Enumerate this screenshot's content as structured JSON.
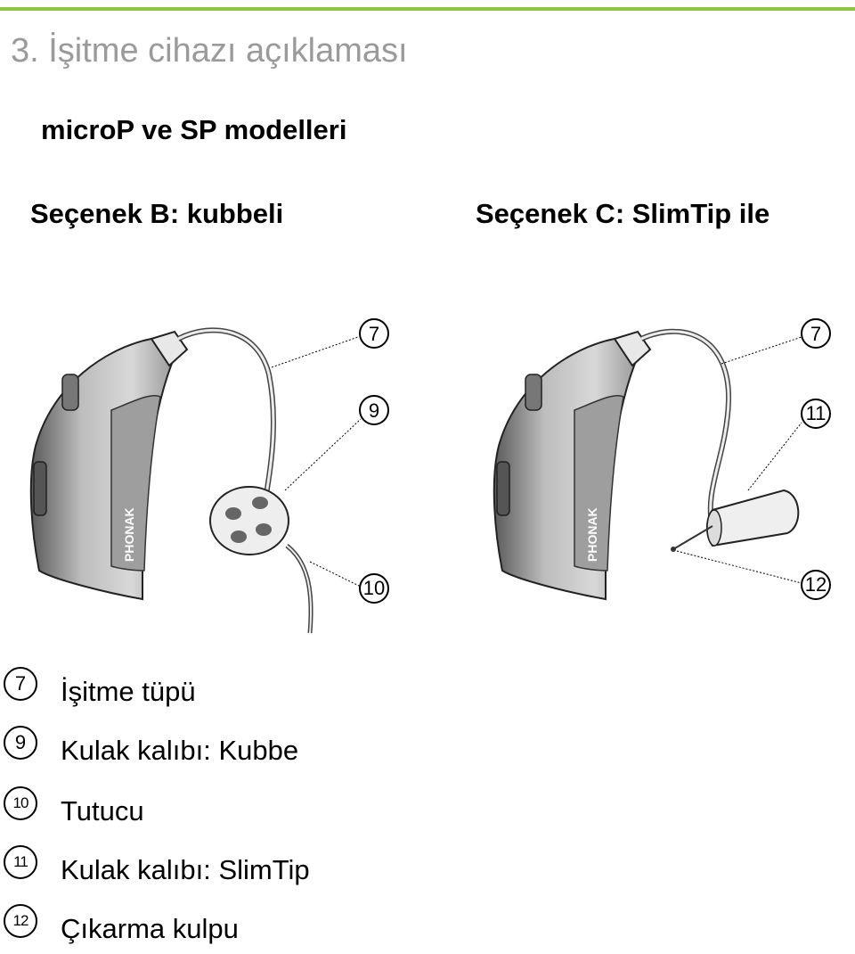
{
  "header": {
    "section_title": "3. İşitme cihazı açıklaması",
    "subtitle": "microP ve SP modelleri",
    "accent_color": "#8dc63f"
  },
  "options": {
    "b_label": "Seçenek B: kubbeli",
    "c_label": "Seçenek C: SlimTip ile"
  },
  "illustration": {
    "brand_text": "PHONAK",
    "left_callouts": [
      "7",
      "9",
      "10"
    ],
    "right_callouts": [
      "7",
      "11",
      "12"
    ]
  },
  "legend": [
    {
      "number": "7",
      "text": "İşitme tüpü"
    },
    {
      "number": "9",
      "text": "Kulak kalıbı: Kubbe"
    },
    {
      "number": "10",
      "text": "Tutucu"
    },
    {
      "number": "11",
      "text": "Kulak kalıbı: SlimTip"
    },
    {
      "number": "12",
      "text": "Çıkarma kulpu"
    }
  ]
}
